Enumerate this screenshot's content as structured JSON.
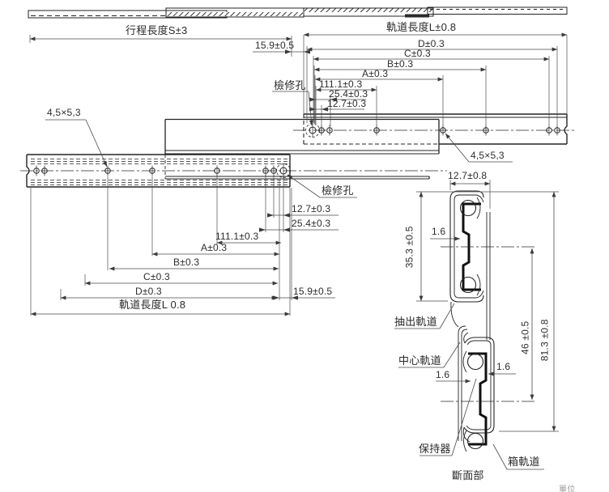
{
  "drawing": {
    "type": "telescopic drawer slide dimension drawing",
    "colors": {
      "line": "#232323",
      "dim_line": "#4a4a4a",
      "text": "#2e2e2e",
      "background": "#ffffff"
    },
    "plan_view": {
      "stroke_length": "行程長度S±3",
      "rail_length_top": "軌道長度L±0.8",
      "offset_top": "15.9±0.5",
      "inspection_hole_top": "檢修孔",
      "slot_size_right": "4,5×5,3",
      "slot_size_left": "4,5×5,3",
      "inspection_hole_bottom": "檢修孔",
      "ladder_top": {
        "d": "D±0.3",
        "c": "C±0.3",
        "b": "B±0.3",
        "a": "A±0.3",
        "n111": "111.1±0.3",
        "n254": "25.4±0.3",
        "n127": "12.7±0.3"
      },
      "ladder_bottom": {
        "n127": "12.7±0.3",
        "n254": "25.4±0.3",
        "n111": "111.1±0.3",
        "a": "A±0.3",
        "b": "B±0.3",
        "c": "C±0.3",
        "d": "D±0.3",
        "rail_length": "軌道長度L 0.8",
        "offset": "15.9±0.5"
      }
    },
    "section_view": {
      "width_dim": "12.7±0.8",
      "height_35": "35.3 ±0.5",
      "thickness_top": "1.6",
      "thickness_left": "1.6",
      "thickness_right": "1.6",
      "height_46": "46 ±0.5",
      "height_81": "81.3 ±0.8",
      "label_drawer_rail": "抽出軌道",
      "label_center_rail": "中心軌道",
      "label_retainer": "保持器",
      "label_cabinet_rail": "箱軌道",
      "caption": "斷面部",
      "unit_note": "單位"
    }
  }
}
